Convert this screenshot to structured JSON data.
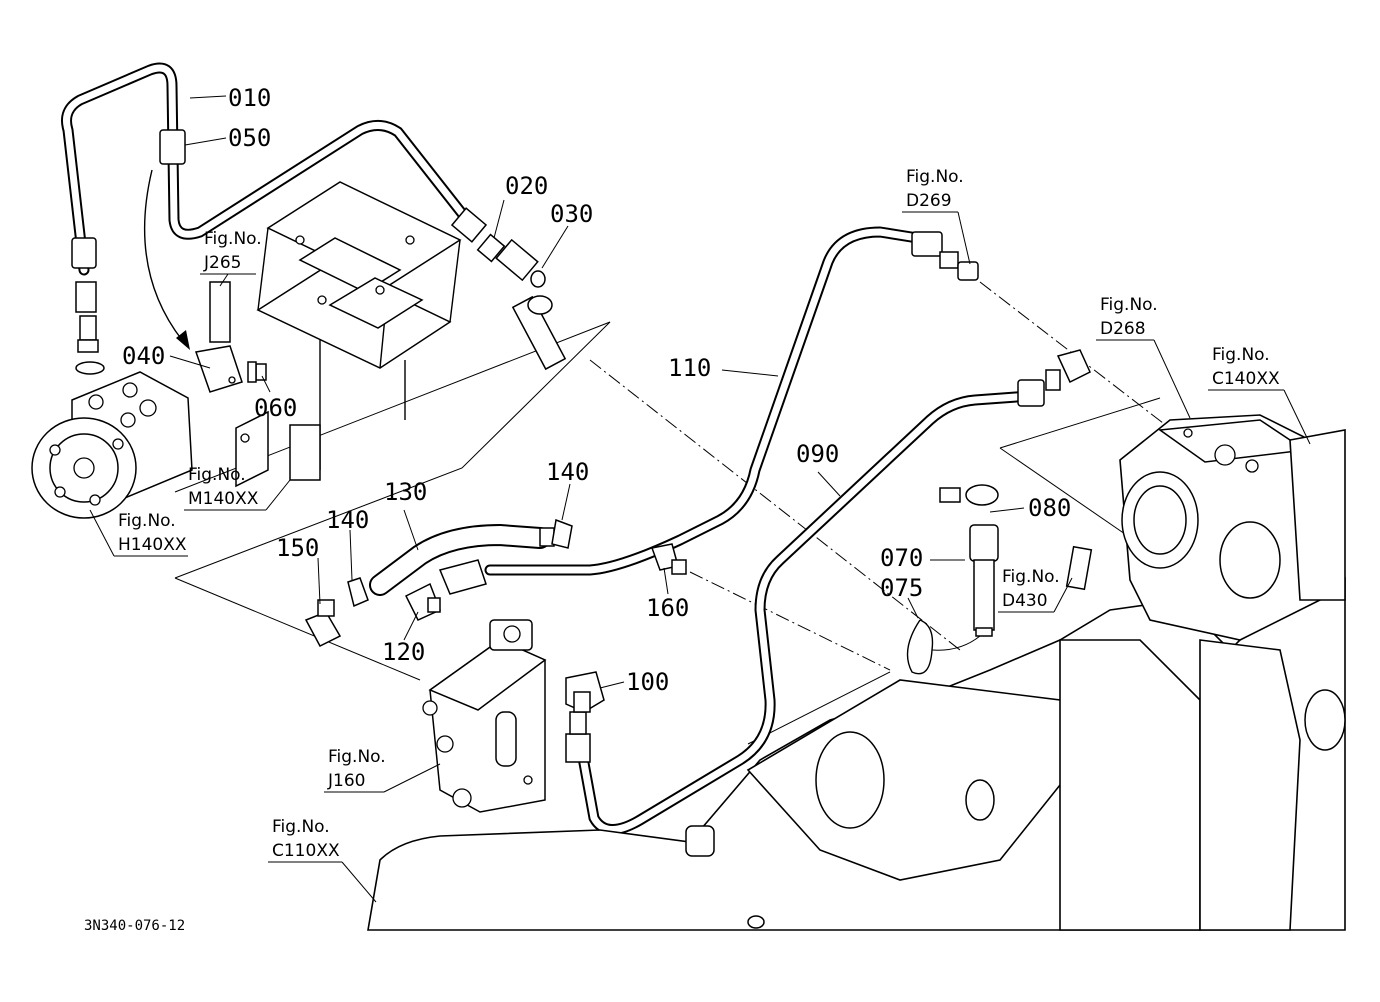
{
  "diagram": {
    "part_labels": {
      "p010": "010",
      "p050": "050",
      "p020": "020",
      "p030": "030",
      "p040": "040",
      "p060": "060",
      "p110": "110",
      "p090": "090",
      "p080": "080",
      "p070": "070",
      "p075": "075",
      "p130": "130",
      "p140a": "140",
      "p140b": "140",
      "p150": "150",
      "p160": "160",
      "p120": "120",
      "p100": "100"
    },
    "figure_refs": {
      "fig_prefix": "Fig.No.",
      "j265": "J265",
      "m140xx": "M140XX",
      "h140xx": "H140XX",
      "d269": "D269",
      "d268": "D268",
      "c140xx": "C140XX",
      "d430": "D430",
      "j160": "J160",
      "c110xx": "C110XX"
    },
    "drawing_code": "3N340-076-12"
  }
}
